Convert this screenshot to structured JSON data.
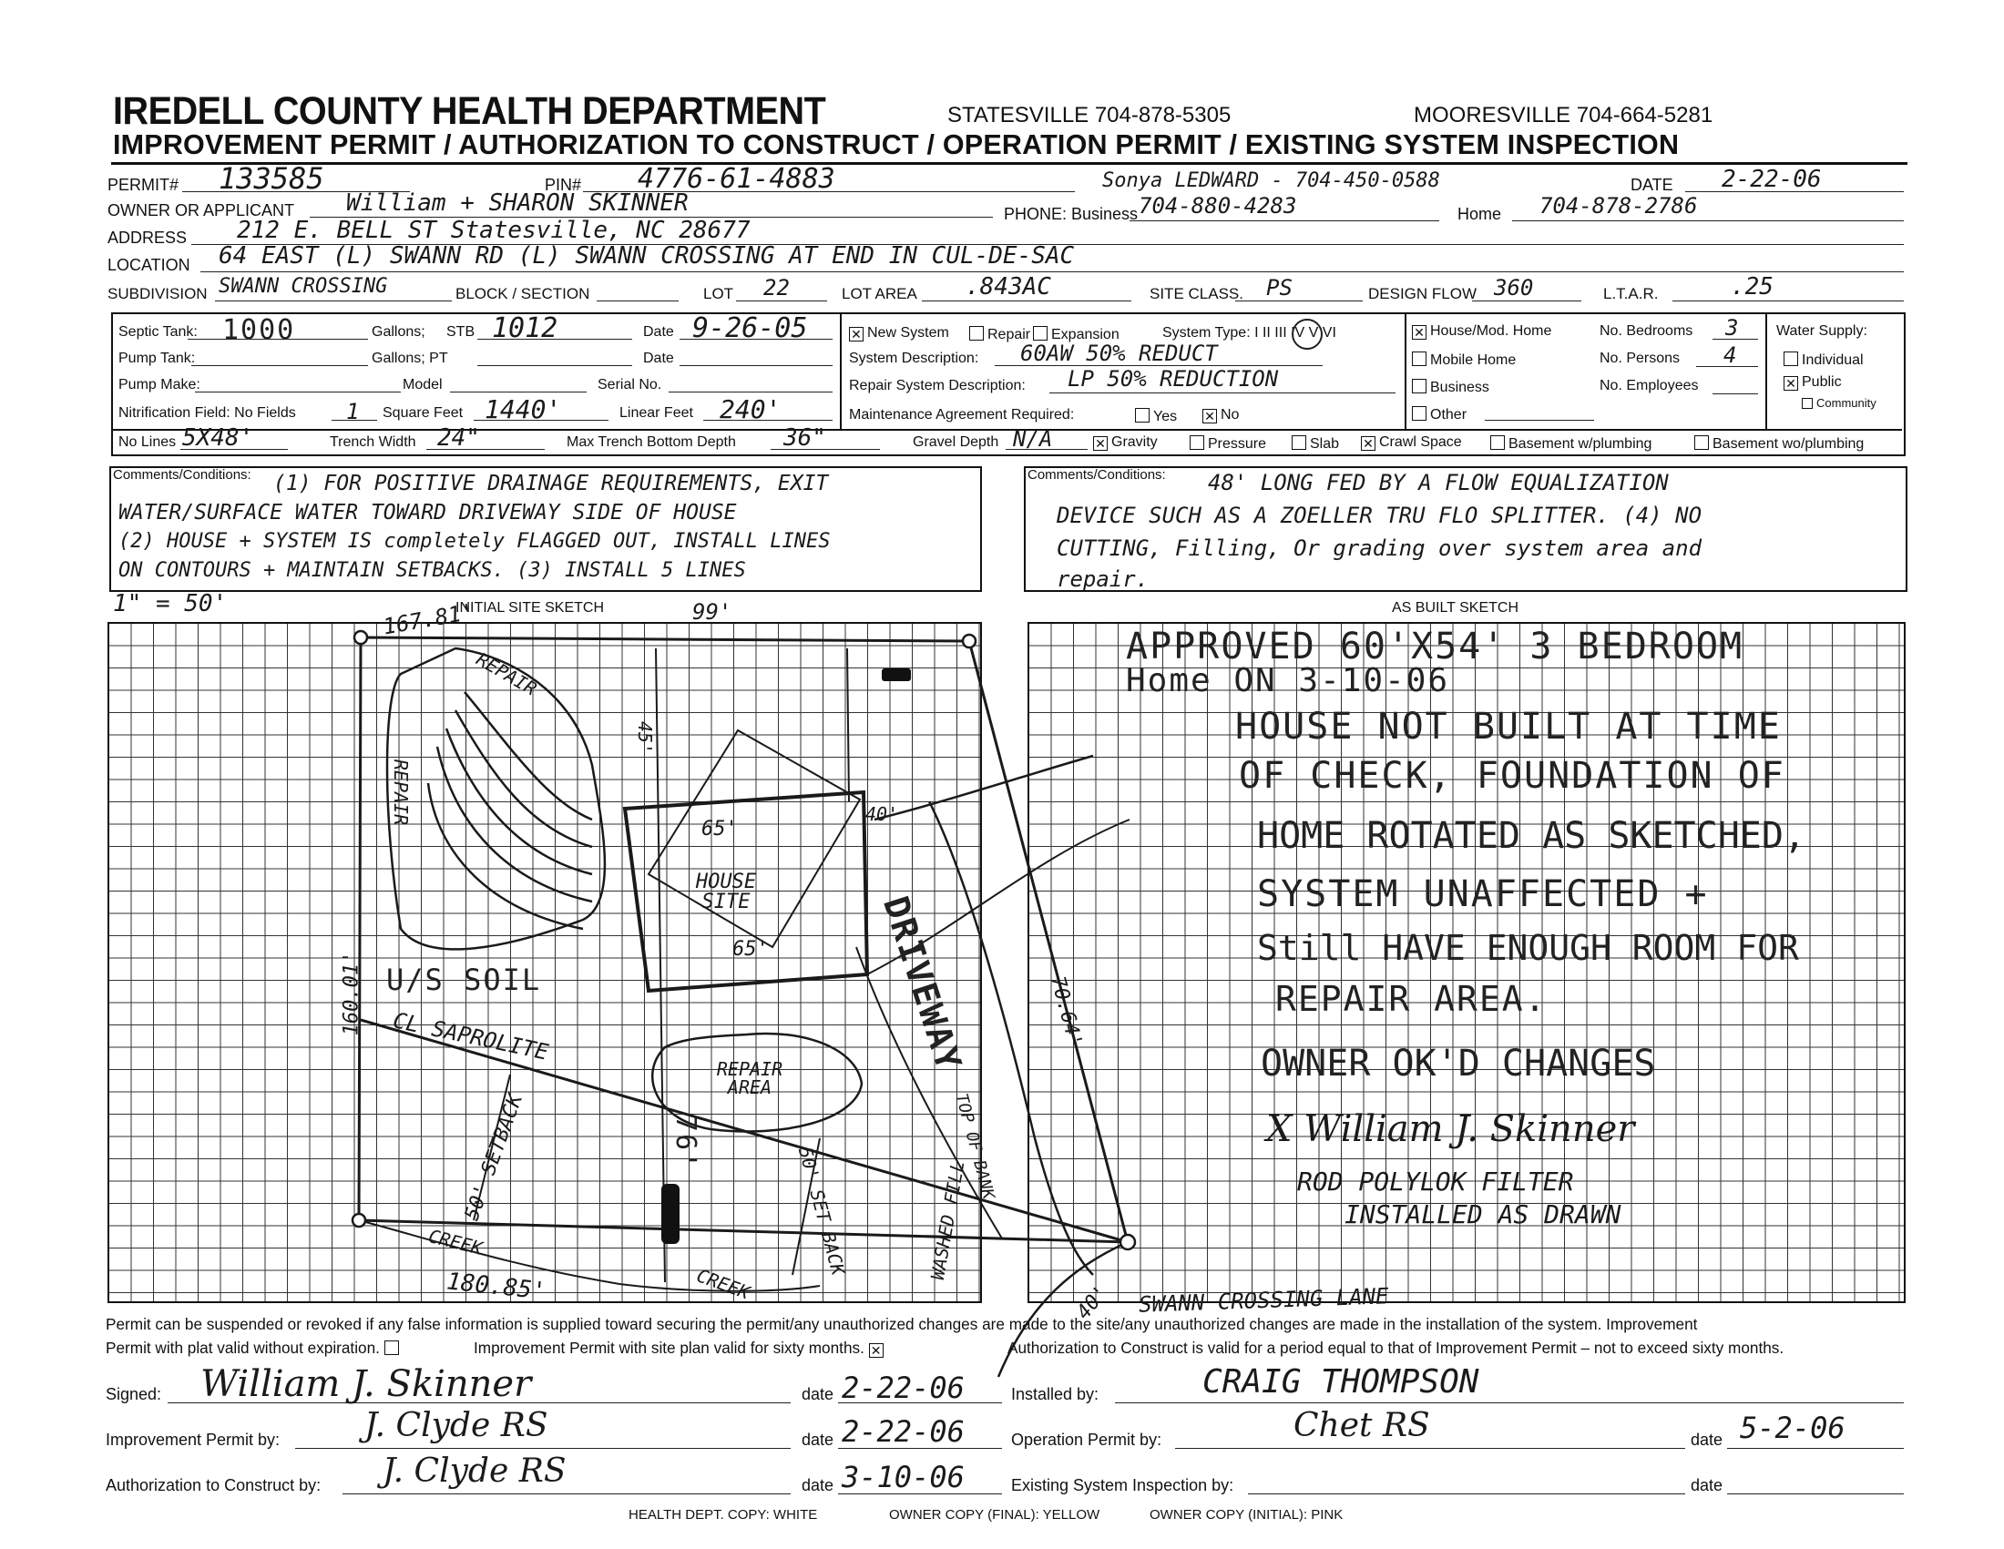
{
  "header": {
    "agency": "IREDELL COUNTY HEALTH DEPARTMENT",
    "statesville": "STATESVILLE 704-878-5305",
    "mooresville": "MOORESVILLE 704-664-5281",
    "subtitle": "IMPROVEMENT PERMIT / AUTHORIZATION TO CONSTRUCT / OPERATION PERMIT / EXISTING SYSTEM INSPECTION"
  },
  "info": {
    "permit_label": "PERMIT#",
    "permit_value": "133585",
    "pin_label": "PIN#",
    "pin_value": "4776-61-4883",
    "contact_note": "Sonya LEDWARD - 704-450-0588",
    "date_label": "DATE",
    "date_value": "2-22-06",
    "owner_label": "OWNER OR APPLICANT",
    "owner_value": "William + SHARON SKINNER",
    "phone_label": "PHONE: Business",
    "phone_business": "704-880-4283",
    "home_label": "Home",
    "phone_home": "704-878-2786",
    "address_label": "ADDRESS",
    "address_value": "212 E. BELL ST  Statesville, NC 28677",
    "location_label": "LOCATION",
    "location_value": "64 EAST (L) SWANN RD (L) SWANN CROSSING AT END IN CUL-DE-SAC",
    "subdivision_label": "SUBDIVISION",
    "subdivision_value": "SWANN CROSSING",
    "block_label": "BLOCK / SECTION",
    "lot_label": "LOT",
    "lot_value": "22",
    "lot_area_label": "LOT AREA",
    "lot_area_value": ".843AC",
    "site_class_label": "SITE CLASS.",
    "site_class_value": "PS",
    "design_flow_label": "DESIGN FLOW",
    "design_flow_value": "360",
    "ltar_label": "L.T.A.R.",
    "ltar_value": ".25"
  },
  "system": {
    "septic_label": "Septic Tank:",
    "septic_value": "1000",
    "gallons_label": "Gallons;",
    "stb_label": "STB",
    "stb_value": "1012",
    "date_label": "Date",
    "date_value": "9-26-05",
    "pump_label": "Pump Tank:",
    "pt_label": "Gallons;  PT",
    "pump_date_label": "Date",
    "pump_make_label": "Pump Make:",
    "model_label": "Model",
    "serial_label": "Serial No.",
    "field_label": "Nitrification Field: No Fields",
    "field_value": "1",
    "sqft_label": "Square Feet",
    "sqft_value": "1440'",
    "linear_label": "Linear Feet",
    "linear_value": "240'",
    "lines_label": "No Lines",
    "lines_value": "5X48'",
    "trench_label": "Trench Width",
    "trench_value": "24\"",
    "depth_label": "Max Trench Bottom Depth",
    "depth_value": "36\"",
    "gravel_label": "Gravel Depth",
    "gravel_value": "N/A",
    "new_system": "New System",
    "repair": "Repair",
    "expansion": "Expansion",
    "system_type_label": "System Type: I  II  III  IV  V  VI",
    "desc_label": "System Description:",
    "desc_value": "60AW 50% REDUCT",
    "repair_desc_label": "Repair System Description:",
    "repair_desc_value": "LP 50% REDUCTION",
    "maint_label": "Maintenance Agreement Required:",
    "yes": "Yes",
    "no": "No",
    "house": "House/Mod. Home",
    "mobile": "Mobile Home",
    "business": "Business",
    "other": "Other",
    "bedrooms_label": "No. Bedrooms",
    "bedrooms_value": "3",
    "persons_label": "No. Persons",
    "persons_value": "4",
    "employees_label": "No. Employees",
    "water_label": "Water Supply:",
    "individual": "Individual",
    "public": "Public",
    "community": "Community",
    "gravity": "Gravity",
    "pressure": "Pressure",
    "slab": "Slab",
    "crawl": "Crawl Space",
    "basement_w": "Basement w/plumbing",
    "basement_wo": "Basement wo/plumbing"
  },
  "comments": {
    "left_label": "Comments/Conditions:",
    "left_text": [
      "(1) FOR POSITIVE DRAINAGE REQUIREMENTS, EXIT",
      "WATER/SURFACE WATER TOWARD DRIVEWAY SIDE OF HOUSE",
      "(2) HOUSE + SYSTEM IS completely FLAGGED OUT, INSTALL LINES",
      "ON CONTOURS + MAINTAIN SETBACKS. (3) INSTALL 5 LINES"
    ],
    "right_label": "Comments/Conditions:",
    "right_text": [
      "48' LONG FED BY A FLOW EQUALIZATION",
      "DEVICE SUCH AS A ZOELLER TRU FLO SPLITTER. (4) NO",
      "CUTTING, Filling, Or grading over system area and",
      "repair."
    ]
  },
  "sketch": {
    "scale": "1\" = 50'",
    "initial_title": "INITIAL SITE SKETCH",
    "asbuilt_title": "AS BUILT SKETCH",
    "labels": {
      "top_dim": "167.81'",
      "top_dim2": "99'",
      "repair": "REPAIR",
      "repair2": "REPAIR",
      "dim45": "45'",
      "dim40": "40'",
      "dim65a": "65'",
      "dim65b": "65'",
      "house_site": "HOUSE SITE",
      "driveway": "DRIVEWAY",
      "dim7064": "70.64'",
      "us_soil": "U/S SOIL",
      "cl_saprolite": "CL SAPROLITE",
      "left_dim": "160.01'",
      "repair_area": "REPAIR AREA",
      "dim76": "76'",
      "setback": "50' SETBACK",
      "creek": "CREEK",
      "bottom_dim": "180.85'",
      "creek2": "CREEK",
      "setback2": "50' SET BACK",
      "washed_fill": "WASHED FILL",
      "bank": "TOP OF BANK",
      "swann_crossing": "SWANN CROSSING LANE",
      "dim40b": "40'"
    },
    "asbuilt_text": [
      "APPROVED 60'X54' 3 BEDROOM",
      "Home ON 3-10-06",
      "HOUSE NOT BUILT AT TIME",
      "OF CHECK, FOUNDATION OF",
      "HOME ROTATED AS SKETCHED,",
      "SYSTEM UNAFFECTED +",
      "Still HAVE ENOUGH ROOM FOR",
      "REPAIR AREA.",
      "OWNER OK'D CHANGES"
    ],
    "asbuilt_sig": "X William J. Skinner",
    "asbuilt_note1": "ROD POLYLOK FILTER",
    "asbuilt_note2": "INSTALLED AS DRAWN"
  },
  "footer": {
    "legal1": "Permit can be suspended or revoked if any false information is supplied toward securing the permit/any unauthorized changes are made to the site/any unauthorized changes are made in the installation of the system. Improvement",
    "legal2a": "Permit with plat valid without expiration.",
    "legal2b": "Improvement Permit with site plan valid for sixty months.",
    "legal2c": "Authorization to Construct is valid for a period equal to that of Improvement Permit – not to exceed sixty months.",
    "signed_label": "Signed:",
    "signed_value": "William J. Skinner",
    "signed_date": "2-22-06",
    "installed_label": "Installed by:",
    "installed_value": "CRAIG THOMPSON",
    "imp_label": "Improvement Permit by:",
    "imp_value": "J. Clyde RS",
    "imp_date": "2-22-06",
    "op_label": "Operation Permit by:",
    "op_value": "Chet RS",
    "op_date": "5-2-06",
    "auth_label": "Authorization to Construct by:",
    "auth_value": "J. Clyde RS",
    "auth_date": "3-10-06",
    "exist_label": "Existing System Inspection by:",
    "date_label": "date",
    "copy_white": "HEALTH DEPT. COPY: WHITE",
    "copy_yellow": "OWNER COPY (FINAL): YELLOW",
    "copy_pink": "OWNER COPY (INITIAL): PINK"
  }
}
